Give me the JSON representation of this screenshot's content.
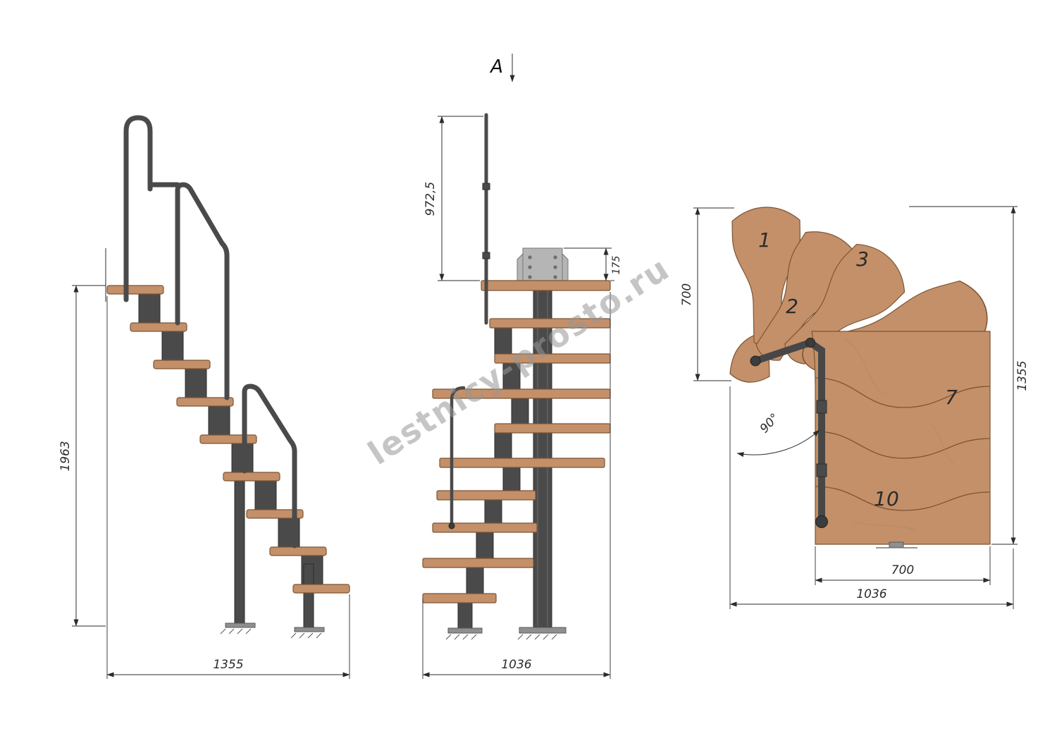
{
  "watermark": {
    "text": "lestnicy-prosto.ru"
  },
  "section_marker": {
    "label": "A"
  },
  "side_view": {
    "dim_height": "1963",
    "dim_width": "1355"
  },
  "front_view": {
    "dim_handrail_height": "972,5",
    "dim_bracket": "175",
    "dim_width": "1036"
  },
  "plan_view": {
    "dim_top_depth": "700",
    "dim_total_depth": "1355",
    "dim_flight_width": "700",
    "dim_total_width": "1036",
    "angle_label": "90°",
    "tread_numbers": [
      "1",
      "2",
      "3",
      "7",
      "10"
    ]
  },
  "colors": {
    "wood": "#c49069",
    "wood_edge": "#7d5433",
    "metal_dark": "#4a4a4a",
    "metal_light": "#b5b5b5",
    "line": "#2b2b2b"
  }
}
